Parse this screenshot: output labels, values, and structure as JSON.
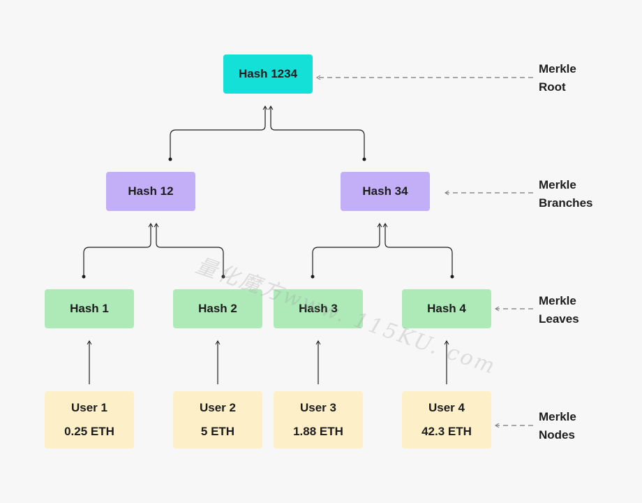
{
  "root": {
    "label": "Hash 1234"
  },
  "branches": [
    {
      "label": "Hash 12"
    },
    {
      "label": "Hash 34"
    }
  ],
  "leaves": [
    {
      "label": "Hash 1"
    },
    {
      "label": "Hash 2"
    },
    {
      "label": "Hash 3"
    },
    {
      "label": "Hash 4"
    }
  ],
  "users": [
    {
      "name": "User 1",
      "amount": "0.25 ETH"
    },
    {
      "name": "User 2",
      "amount": "5 ETH"
    },
    {
      "name": "User 3",
      "amount": "1.88 ETH"
    },
    {
      "name": "User 4",
      "amount": "42.3 ETH"
    }
  ],
  "labels": {
    "root": "Merkle\nRoot",
    "branches": "Merkle\nBranches",
    "leaves": "Merkle\nLeaves",
    "nodes": "Merkle\nNodes"
  },
  "watermark": "量化魔方www. 115KU. com",
  "colors": {
    "root": "#14e0d8",
    "branch": "#c3aef8",
    "leaf": "#aeeab8",
    "user": "#fdefc7",
    "line": "#1c1c1c",
    "dash": "#777777"
  }
}
